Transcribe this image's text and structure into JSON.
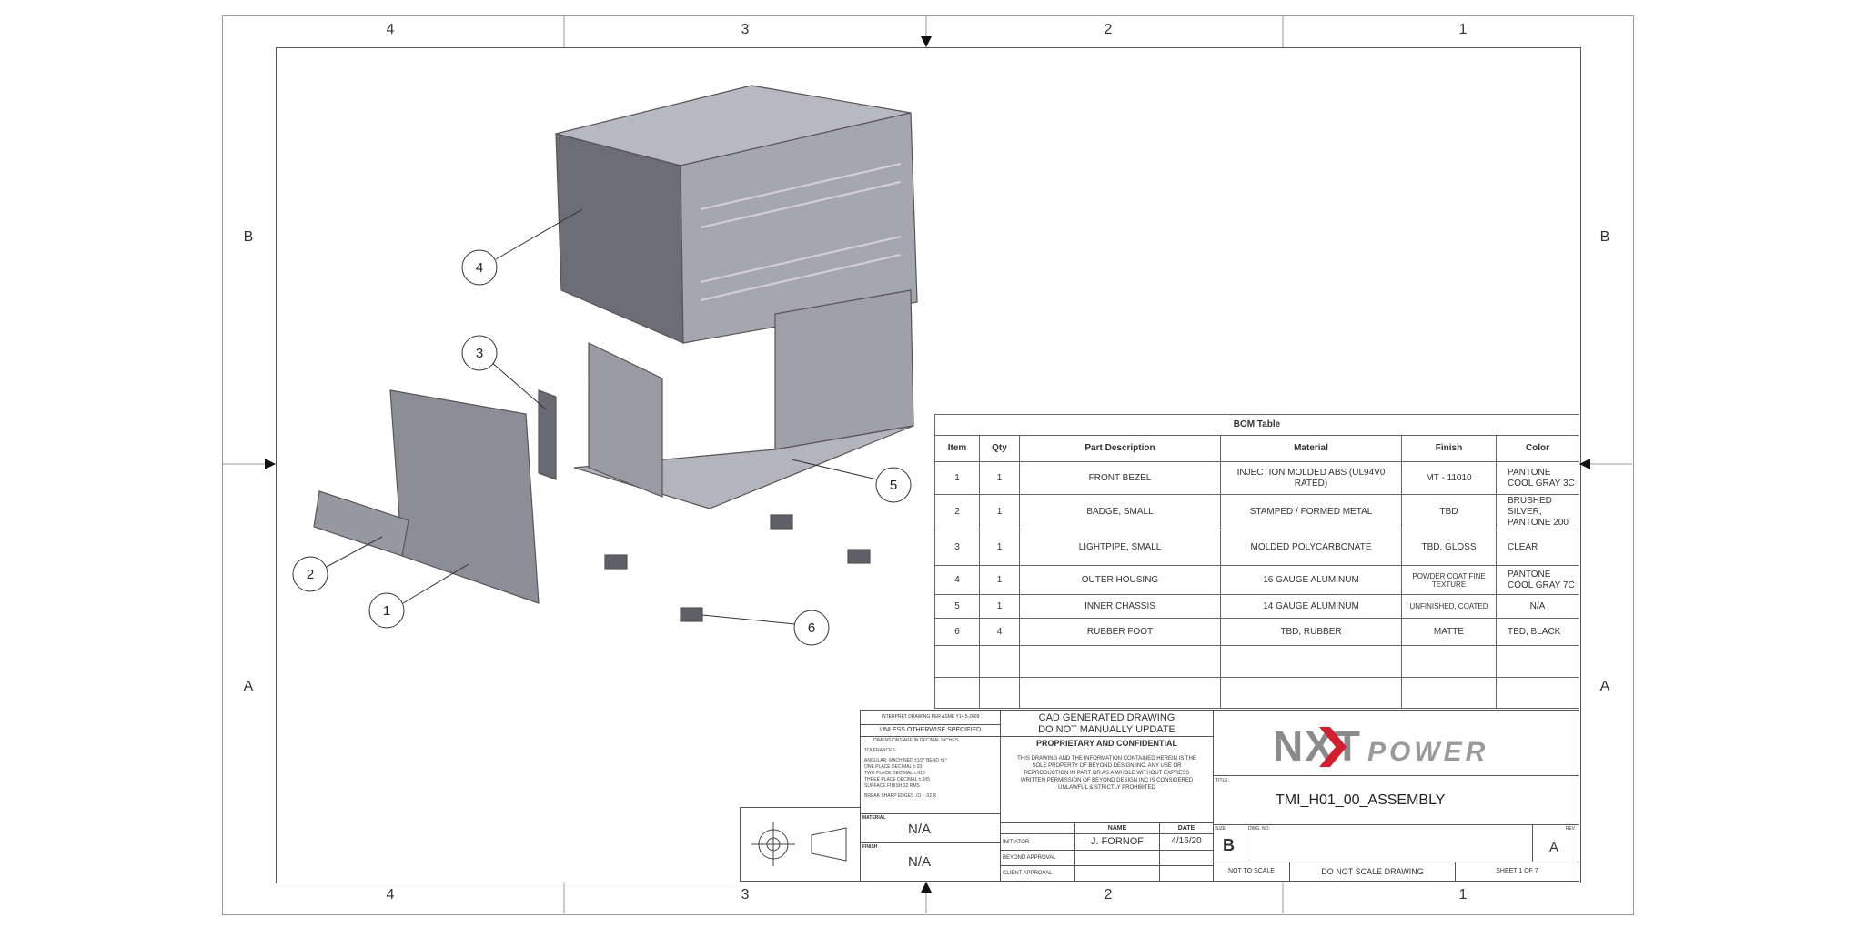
{
  "zones": {
    "columns": [
      "4",
      "3",
      "2",
      "1"
    ],
    "rows": [
      "B",
      "A"
    ]
  },
  "balloons": [
    "1",
    "2",
    "3",
    "4",
    "5",
    "6"
  ],
  "bom": {
    "title": "BOM Table",
    "headers": [
      "Item",
      "Qty",
      "Part Description",
      "Material",
      "Finish",
      "Color"
    ],
    "rows": [
      [
        "1",
        "1",
        "FRONT BEZEL",
        "INJECTION MOLDED ABS (UL94V0 RATED)",
        "MT - 11010",
        "PANTONE COOL GRAY 3C"
      ],
      [
        "2",
        "1",
        "BADGE, SMALL",
        "STAMPED / FORMED METAL",
        "TBD",
        "BRUSHED SILVER, PANTONE 200"
      ],
      [
        "3",
        "1",
        "LIGHTPIPE, SMALL",
        "MOLDED POLYCARBONATE",
        "TBD, GLOSS",
        "CLEAR"
      ],
      [
        "4",
        "1",
        "OUTER HOUSING",
        "16 GAUGE ALUMINUM",
        "POWDER COAT FINE TEXTURE",
        "PANTONE COOL GRAY 7C"
      ],
      [
        "5",
        "1",
        "INNER CHASSIS",
        "14 GAUGE ALUMINUM",
        "UNFINISHED, COATED",
        "N/A"
      ],
      [
        "6",
        "4",
        "RUBBER FOOT",
        "TBD, RUBBER",
        "MATTE",
        "TBD, BLACK"
      ]
    ]
  },
  "titleblock": {
    "interpret": "INTERPRET DRAWING PER ASME Y14.5-2009",
    "unless": "UNLESS OTHERWISE SPECIFIED",
    "dims": "DIMENSIONS ARE IN DECIMAL INCHES",
    "tolerances_label": "TOLERANCES:",
    "tolerances": [
      "ANGULAR: MACHINED ±1/2°    BEND ±1°",
      "ONE PLACE DECIMAL  ±.03",
      "TWO PLACE DECIMAL  ±.010",
      "THREE PLACE DECIMAL  ±.005",
      "SURFACE FINISH  32 RMS"
    ],
    "break_edges": "BREAK SHARP EDGES  .01 - .02 R",
    "material_label": "MATERIAL",
    "material": "N/A",
    "finish_label": "FINISH",
    "finish": "N/A",
    "cad_line1": "CAD GENERATED DRAWING",
    "cad_line2": "DO NOT MANUALLY UPDATE",
    "proprietary": "PROPRIETARY AND CONFIDENTIAL",
    "notice": "THIS DRAWING AND THE INFORMATION CONTAINED HEREIN IS THE SOLE PROPERTY OF BEYOND DESIGN INC. ANY USE OR REPRODUCTION IN PART OR AS A WHOLE WITHOUT EXPRESS WRITTEN PERMISSION OF BEYOND DESIGN INC IS CONSIDERED UNLAWFUL & STRICTLY PROHIBITED",
    "name_header": "NAME",
    "date_header": "DATE",
    "initiator_label": "INITIATOR",
    "initiator_name": "J. FORNOF",
    "initiator_date": "4/16/20",
    "beyond_approval": "BEYOND APPROVAL",
    "client_approval": "CLIENT APPROVAL",
    "logo_nxt": "NXT",
    "logo_power": "POWER",
    "title_label": "TITLE:",
    "title": "TMI_H01_00_ASSEMBLY",
    "size_label": "SIZE",
    "size": "B",
    "dwg_label": "DWG. NO.",
    "rev_label": "REV",
    "rev": "A",
    "not_to_scale": "NOT TO SCALE",
    "do_not_scale": "DO NOT SCALE DRAWING",
    "sheet": "SHEET 1 OF 7"
  },
  "colors": {
    "logo_gray": "#8a8a8a",
    "logo_red": "#d0202f",
    "part_fill": "#a9a9b3"
  }
}
